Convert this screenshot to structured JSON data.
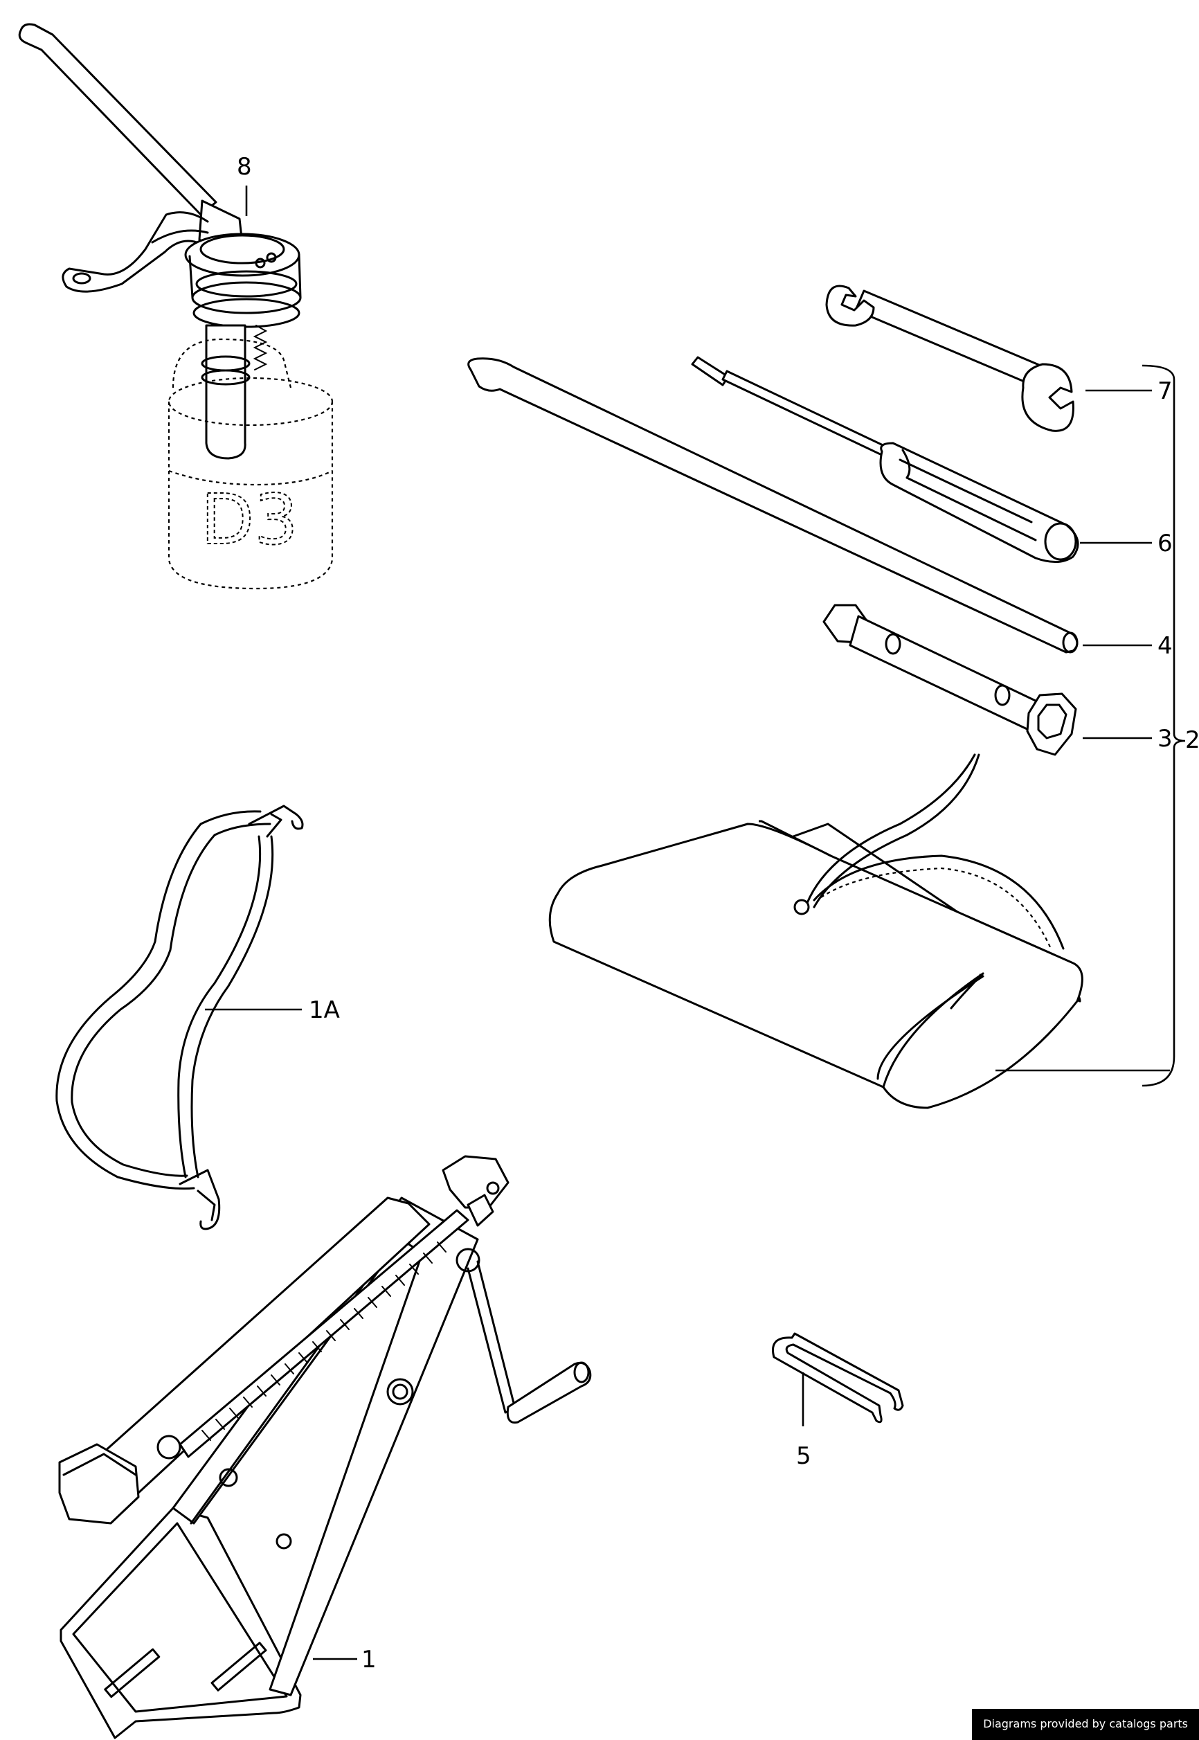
{
  "diagram": {
    "callouts": {
      "oil_can": "8",
      "open_end_wrench": "7",
      "screwdriver": "6",
      "tire_lever": "4",
      "box_wrench": "3",
      "tool_kit_group": "2",
      "retaining_strap": "1A",
      "jack": "1",
      "spring_clip": "5"
    },
    "container_marking": "D3"
  },
  "footer": {
    "credit": "Diagrams provided by catalogs parts"
  }
}
